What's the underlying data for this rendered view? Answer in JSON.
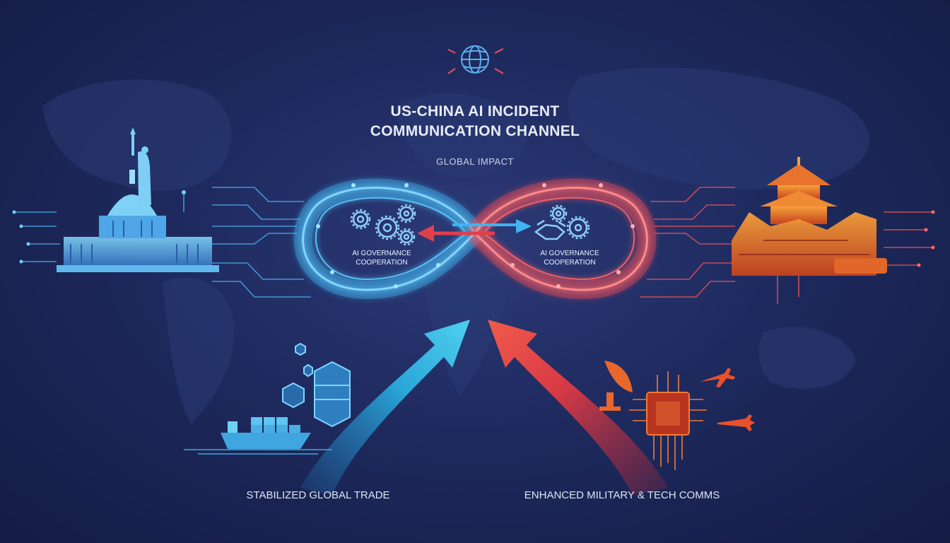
{
  "header": {
    "title_line1": "US-CHINA AI INCIDENT",
    "title_line2": "COMMUNICATION CHANNEL",
    "subtitle": "GLOBAL IMPACT"
  },
  "channel": {
    "us_node": {
      "line1": "AI GOVERNANCE",
      "line2": "COOPERATION"
    },
    "china_node": {
      "line1": "AI GOVERNANCE",
      "line2": "COOPERATION"
    }
  },
  "outcomes": {
    "trade": "STABILIZED GLOBAL TRADE",
    "tech": "ENHANCED MILITARY & TECH COMMS"
  },
  "colors": {
    "us_accent": "#3fb4f0",
    "china_accent": "#ef4a52",
    "background": "#1e2a5e",
    "landmark_orange": "#e8742c"
  },
  "icons": [
    "globe-icon",
    "gear-icon",
    "handshake-icon",
    "cargo-ship-icon",
    "data-cube-icon",
    "satellite-dish-icon",
    "microchip-icon",
    "airplane-icon",
    "us-capitol-icon",
    "statue-of-liberty-icon",
    "chinese-pagoda-icon",
    "great-wall-icon"
  ]
}
